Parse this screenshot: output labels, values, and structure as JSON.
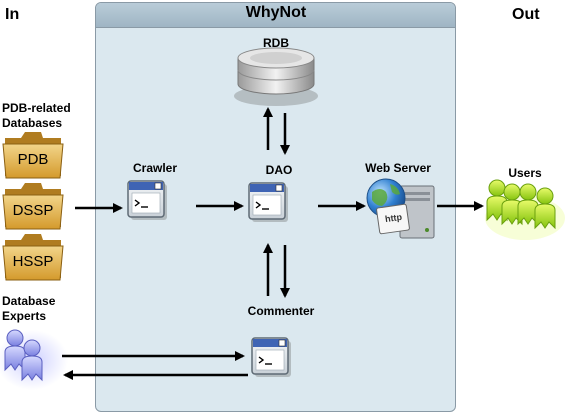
{
  "labels": {
    "in": "In",
    "out": "Out",
    "system": "WhyNot",
    "rdb": "RDB",
    "pdb_related": "PDB-related",
    "databases": "Databases",
    "crawler": "Crawler",
    "dao": "DAO",
    "web_server": "Web Server",
    "users": "Users",
    "database": "Database",
    "experts": "Experts",
    "commenter": "Commenter"
  },
  "folders": [
    "PDB",
    "DSSP",
    "HSSP"
  ],
  "server_text": "http",
  "colors": {
    "frame_bg": "#dbe8ef",
    "frame_header": "#a9bfcd",
    "folder": "#e2b34c",
    "users_green": "#aee21c",
    "experts_blue": "#8f94e6"
  }
}
